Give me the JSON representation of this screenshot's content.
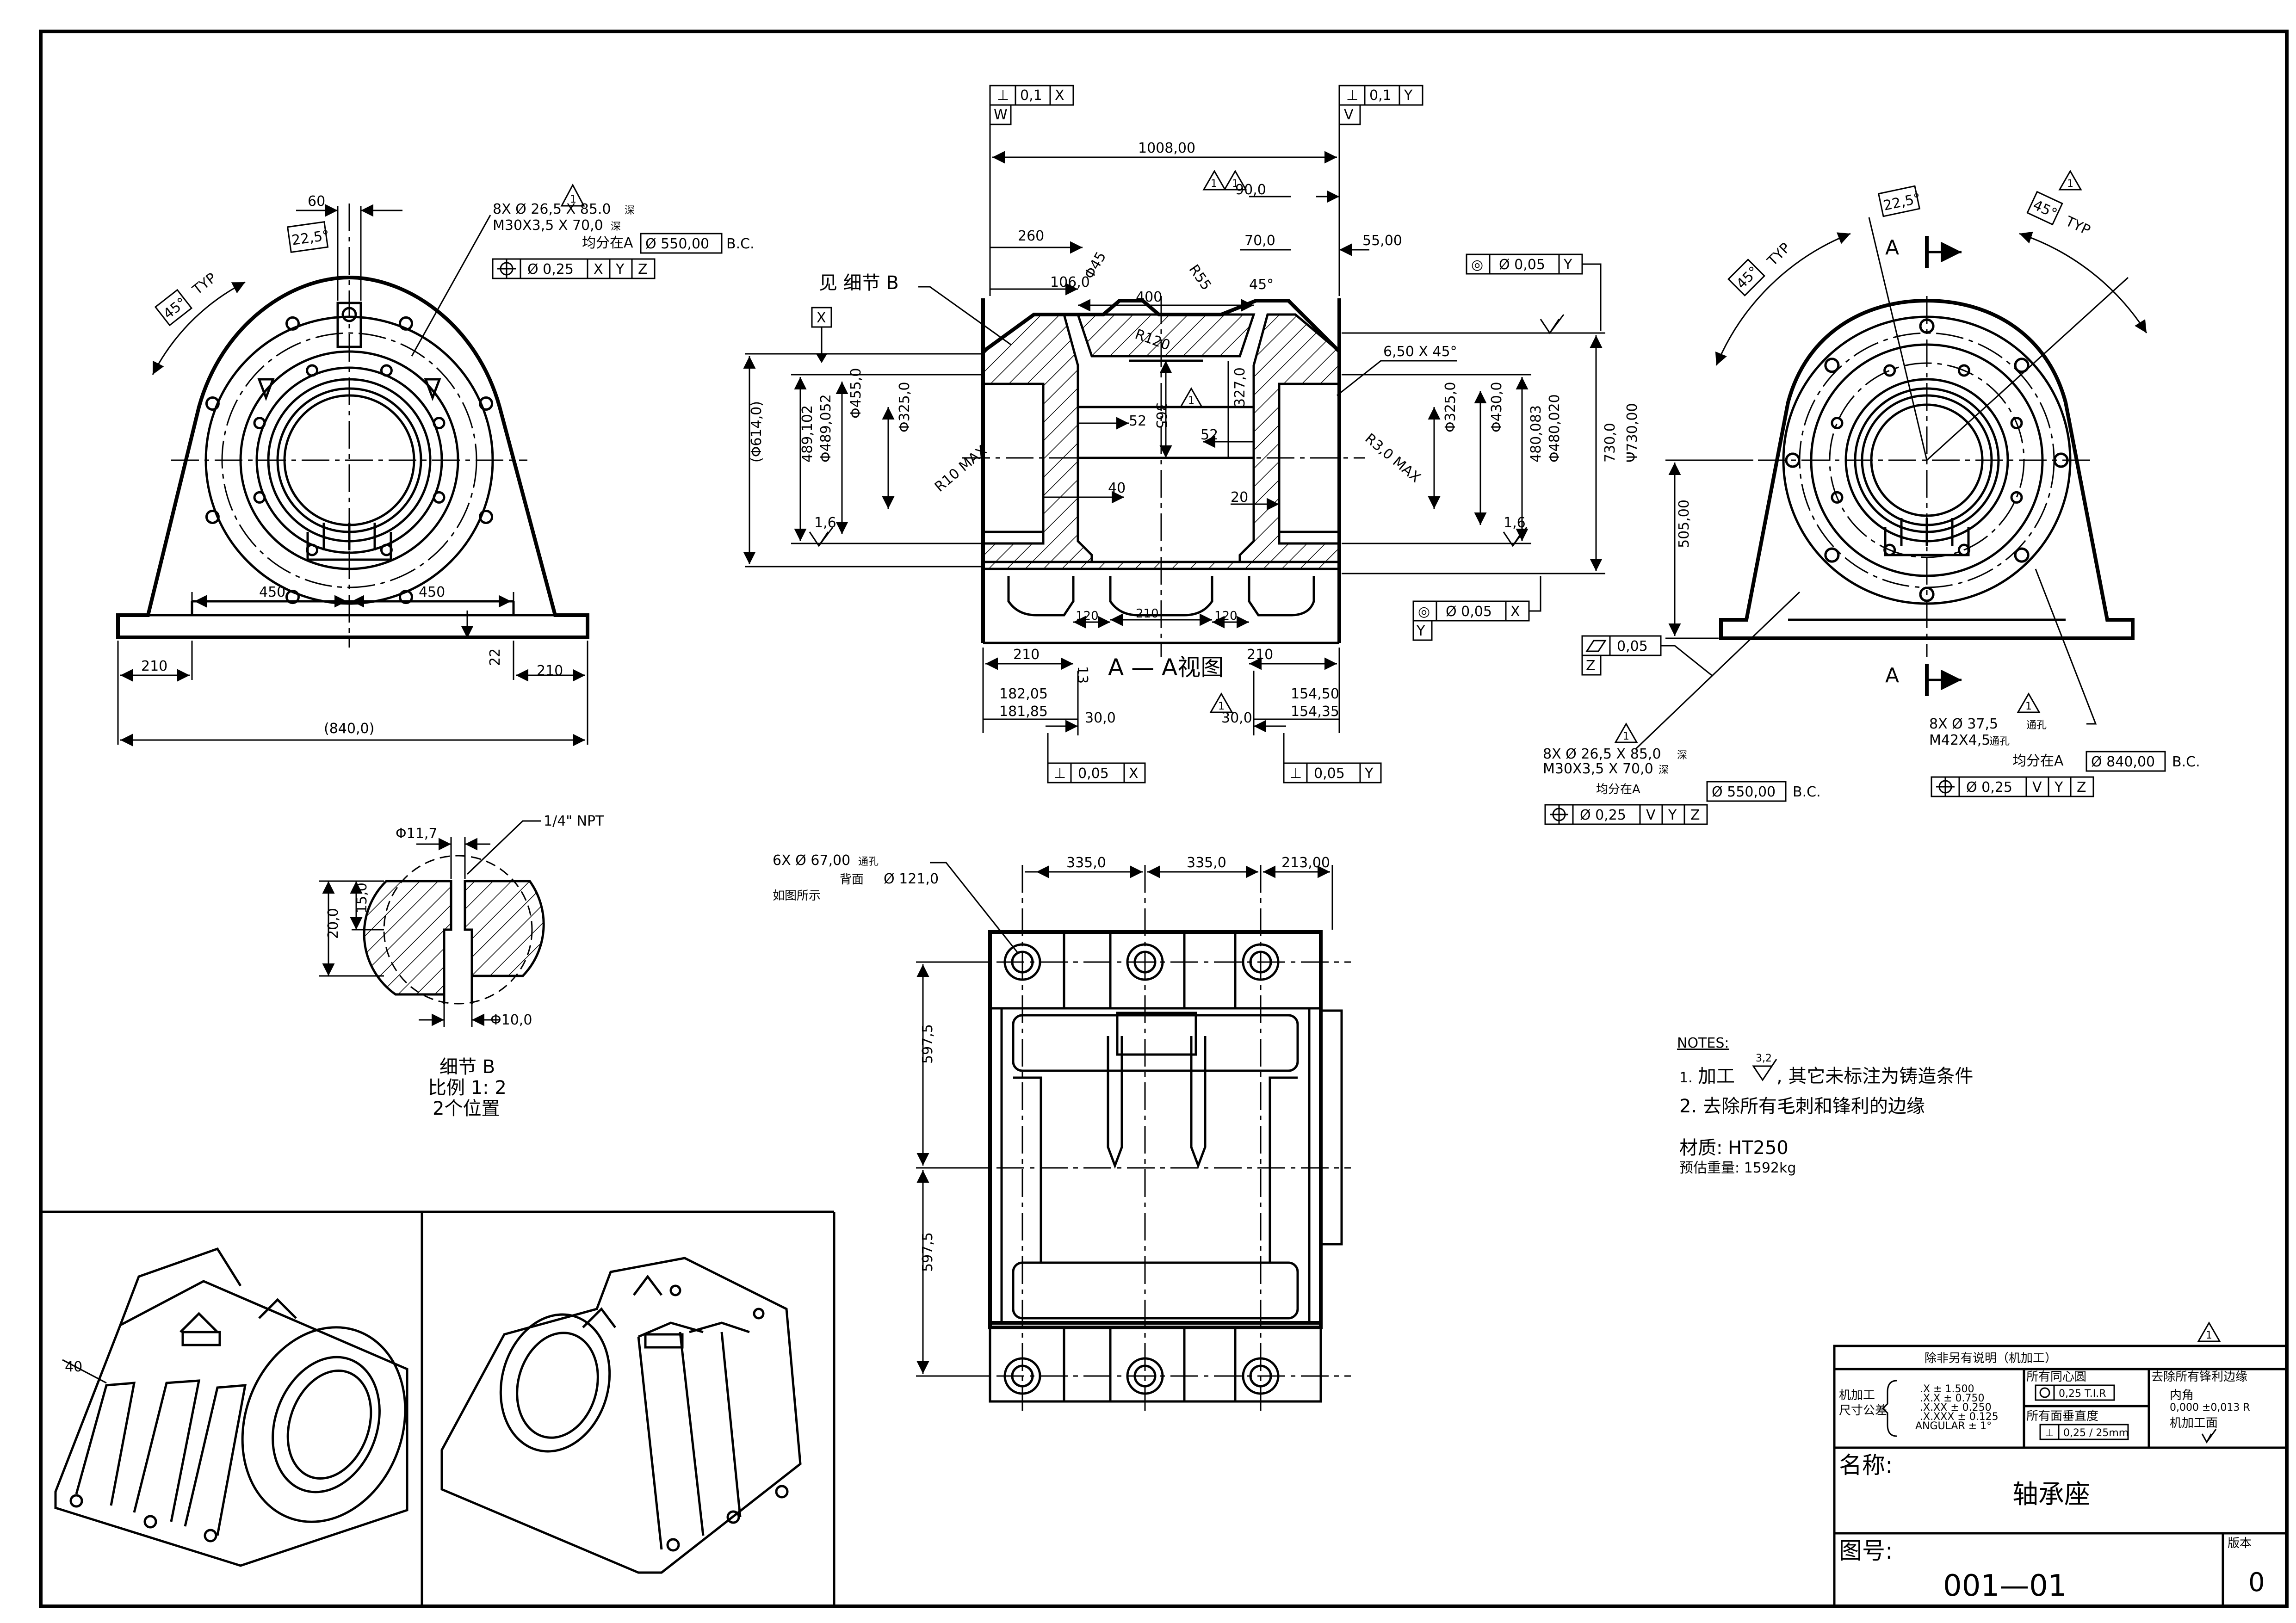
{
  "front_view": {
    "dims": {
      "top_60": "60",
      "bolt_note_1": "8X  Ø 26,5  X  85.0",
      "bolt_note_1_deep": "深",
      "bolt_note_2": "M30X3,5  X  70,0",
      "bolt_note_2_deep": "深",
      "bc_note": "均分在A",
      "bc_value": "Ø 550,00",
      "bc_suffix": "B.C.",
      "angle_225": "22,5°",
      "angle_45": "45°",
      "typ": "TYP",
      "fcf_pos": "Ø 0,25",
      "fcf_x": "X",
      "fcf_y": "Y",
      "fcf_z": "Z",
      "w450a": "450",
      "w450b": "450",
      "w210a": "210",
      "w210b": "210",
      "h22": "22",
      "total": "(840,0)"
    }
  },
  "detail_b": {
    "d117": "Φ11,7",
    "npt": "1/4\" NPT",
    "h20": "20,0",
    "h15": "15,0",
    "d10": "Φ10,0",
    "caption_1": "细节 B",
    "caption_2": "比例 1:  2",
    "caption_3": "2个位置"
  },
  "section_view": {
    "w_fcf": {
      "sym": "⊥",
      "tol": "0,1",
      "ref": "X",
      "datum": "W"
    },
    "v_fcf": {
      "sym": "⊥",
      "tol": "0,1",
      "ref": "Y",
      "datum": "V"
    },
    "d1008": "1008,00",
    "rev_mark": "1",
    "d900": "90,0",
    "d260": "260",
    "d700": "70,0",
    "d5500": "55,00",
    "d1060": "106,0",
    "d45": "Φ45",
    "r55": "R55",
    "a45": "45°",
    "d400": "400",
    "see_detail": "见 细节 B",
    "datum_x": "X",
    "r120": "R120",
    "chamfer": "6,50  X  45°",
    "d614": "(Φ614,0)",
    "d489a": "489,102",
    "d489b": "Φ489,052",
    "d455": "Φ455,0",
    "d325a": "Φ325,0",
    "r10": "R10 MAX",
    "d52a": "52",
    "d365": "365",
    "d3270": "327,0",
    "d52b": "52",
    "r30": "R3,0 MAX",
    "d325b": "Φ325,0",
    "d430": "Φ430,0",
    "d480a": "480,083",
    "d480b": "Φ480,020",
    "d730": "730,0",
    "d730b": "Ψ730,00",
    "d40": "40",
    "d20": "20",
    "r16a": "1,6",
    "r16b": "1,6",
    "y_fcf": {
      "sym": "◎",
      "tol": "Ø 0,05",
      "ref": "Y"
    },
    "x_fcf": {
      "sym": "◎",
      "tol": "Ø 0,05",
      "ref": "X",
      "datum": "Y"
    },
    "d210a": "210",
    "d120a": "120",
    "d210b": "210",
    "d120b": "120",
    "d210c": "210",
    "d13": "13",
    "title": "A — A视图",
    "d18205": "182,05",
    "d18185": "181,85",
    "d300a": "30,0",
    "d300b": "30,0",
    "d15450": "154,50",
    "d15435": "154,35",
    "b_fcf1": {
      "sym": "⊥",
      "tol": "0,05",
      "ref": "X"
    },
    "b_fcf2": {
      "sym": "⊥",
      "tol": "0,05",
      "ref": "Y"
    }
  },
  "side_view": {
    "a225": "22,5°",
    "a45a": "45°",
    "typ_a": "TYP",
    "a45b": "45°",
    "typ_b": "TYP",
    "sec_a_top": "A",
    "sec_a_bot": "A",
    "top_fcf": {
      "sym": "◎",
      "tol": "Ø 0,05",
      "ref": "Y"
    },
    "flat_fcf": {
      "tol": "0,05",
      "datum": "Z"
    },
    "h505": "505,00",
    "bolt_1": "8X  Ø 26,5  X  85,0",
    "bolt_1_deep": "深",
    "bolt_2": "M30X3,5  X  70,0",
    "bolt_2_deep": "深",
    "bc_note": "均分在A",
    "bc_value": "Ø 550,00",
    "bc_suffix": "B.C.",
    "fcf_pos": "Ø 0,25",
    "fcf_v": "V",
    "fcf_y": "Y",
    "fcf_z": "Z",
    "bolt_3": "8X  Ø 37,5",
    "bolt_3_thru": "通孔",
    "bolt_4": "M42X4,5",
    "bolt_4_thru": "通孔",
    "bc2_note": "均分在A",
    "bc2_value": "Ø 840,00",
    "bc2_suffix": "B.C.",
    "fcf2_pos": "Ø 0,25",
    "fcf2_v": "V",
    "fcf2_y": "Y",
    "fcf2_z": "Z"
  },
  "top_view": {
    "hole_1": "6X  Ø 67,00",
    "hole_1_thru": "通孔",
    "hole_2_label": "背面",
    "hole_2": "Ø 121,0",
    "as_shown": "如图所示",
    "d335a": "335,0",
    "d335b": "335,0",
    "d213": "213,00",
    "d5975a": "597,5",
    "d5975b": "597,5"
  },
  "notes": {
    "heading": "NOTES:",
    "n1_num": "1.",
    "n1_a": "加工",
    "n1_rough": "3,2",
    "n1_b": ", 其它未标注为铸造条件",
    "n2": "2.  去除所有毛刺和锋利的边缘",
    "mat_label": "材质:",
    "mat_value": "HT250",
    "weight": "预估重量:  1592kg"
  },
  "iso_view": {
    "d40": "40"
  },
  "title_block": {
    "rev_mark": "1",
    "header": "除非另有说明（机加工）",
    "tol_label_1": "机加工",
    "tol_label_2": "尺寸公差",
    "tol_rows": [
      ".X   ±  1.500",
      ".X.X   ±  0.750",
      ".X.XX   ±  0.250",
      ".X.XXX   ±  0.125",
      "ANGULAR   ±  1°"
    ],
    "conc_label": "所有同心圆",
    "conc_value": "0,25  T.I.R",
    "perp_label": "所有面垂直度",
    "perp_value": "0,25 / 25mm",
    "deburr_label": "去除所有锋利边缘",
    "inner": "内角",
    "inner_val": "0,000  ±0,013  R",
    "machined": "机加工面",
    "name_label": "名称:",
    "name_value": "轴承座",
    "dwg_label": "图号:",
    "dwg_value": "001—01",
    "rev_label": "版本",
    "rev_value": "0"
  }
}
